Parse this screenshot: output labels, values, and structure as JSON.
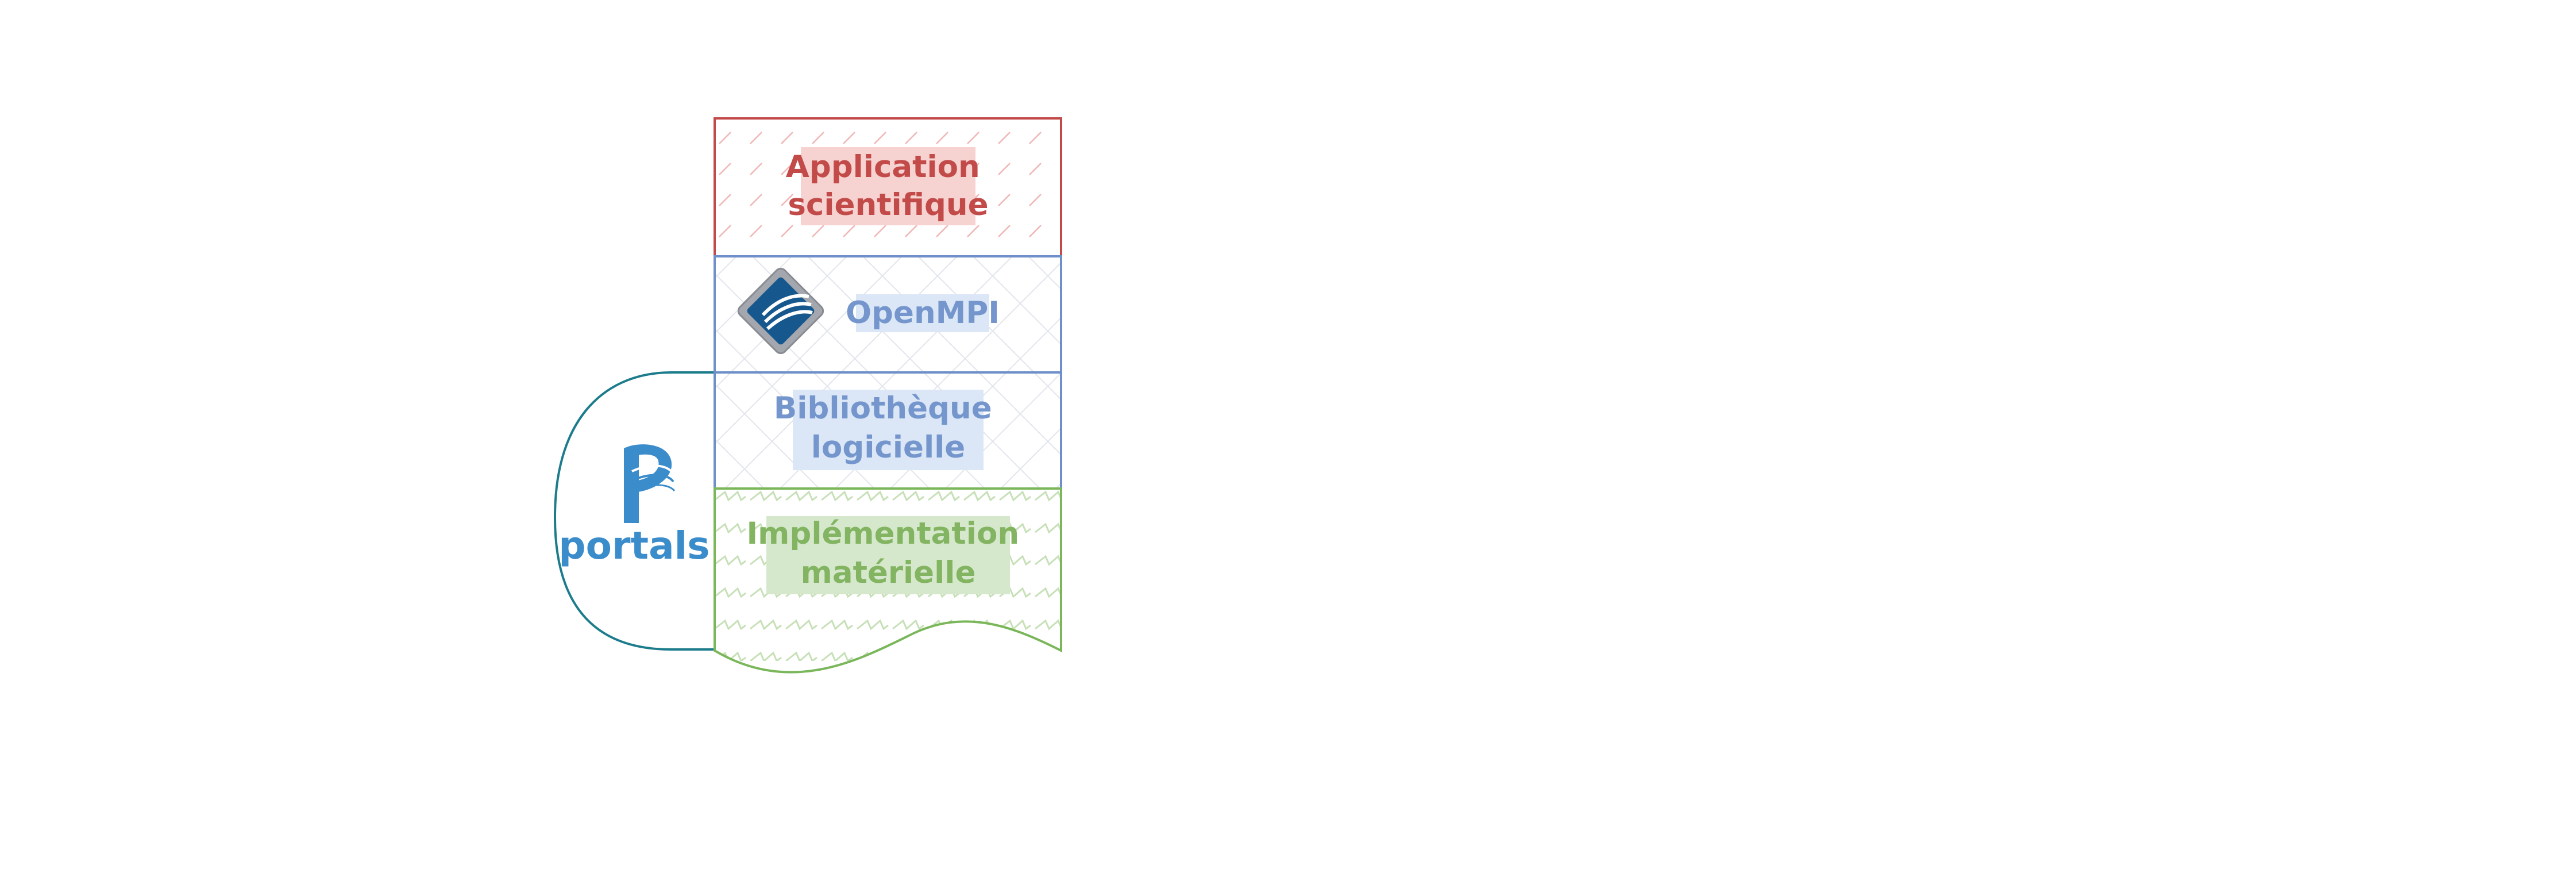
{
  "layers": [
    {
      "id": "app",
      "lines": [
        "Application",
        "scientifique"
      ]
    },
    {
      "id": "openmpi",
      "lines": [
        "OpenMPI"
      ]
    },
    {
      "id": "lib",
      "lines": [
        "Bibliothèque",
        "logicielle"
      ]
    },
    {
      "id": "hw",
      "lines": [
        "Implémentation",
        "matérielle"
      ]
    }
  ],
  "portals": {
    "word": "portals",
    "icon": "portals-logo-icon"
  },
  "openmpi_icon": "openmpi-logo-icon",
  "colors": {
    "app": "#c24b49",
    "app_bg": "#f6d2d0",
    "mpi": "#6e8fc9",
    "mpi_bg": "#dbe6f7",
    "hw": "#7ab65a",
    "hw_bg": "#d6e8cc",
    "portals": "#1c7c8c",
    "portals_logo": "#3b8ccb"
  }
}
